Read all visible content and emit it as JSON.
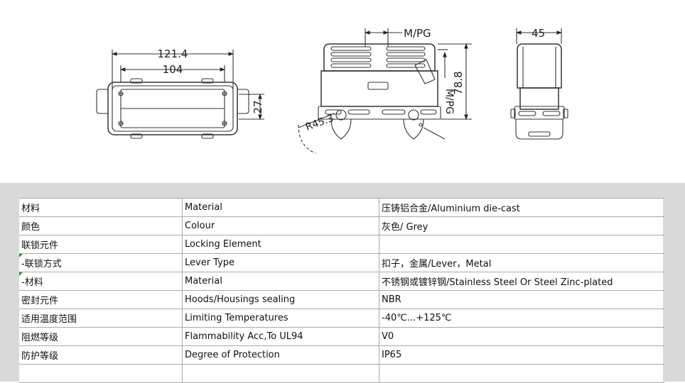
{
  "drawing": {
    "front": {
      "dim_overall": "121.4",
      "dim_inner": "104",
      "dim_height": "27"
    },
    "side": {
      "dim_entry": "M/PG",
      "dim_entry_vertical": "M/PG",
      "dim_height": "78.8",
      "dim_radius": "R45.3"
    },
    "end": {
      "dim_width": "45"
    }
  },
  "spec_table": {
    "rows": [
      {
        "zh": "材料",
        "en": "Material",
        "value": "压铸铝合金/Aluminium die-cast"
      },
      {
        "zh": "颜色",
        "en": "Colour",
        "value": "灰色/ Grey"
      },
      {
        "zh": "联锁元件",
        "en": "Locking Element",
        "value": ""
      },
      {
        "zh": " -联锁方式",
        "en": "Lever Type",
        "value": "扣子，金属/Lever，Metal"
      },
      {
        "zh": " -材料",
        "en": "Material",
        "value": "不锈钢或镀锌钢/Stainless Steel Or Steel Zinc-plated"
      },
      {
        "zh": "密封元件",
        "en": "Hoods/Housings sealing",
        "value": "NBR"
      },
      {
        "zh": "适用温度范围",
        "en": "Limiting Temperatures",
        "value": "-40℃...+125℃"
      },
      {
        "zh": "阻燃等级",
        "en": "Flammability Acc,To UL94",
        "value": "V0"
      },
      {
        "zh": "防护等级",
        "en": "Degree of Protection",
        "value": "IP65"
      },
      {
        "zh": "",
        "en": "",
        "value": ""
      }
    ]
  }
}
